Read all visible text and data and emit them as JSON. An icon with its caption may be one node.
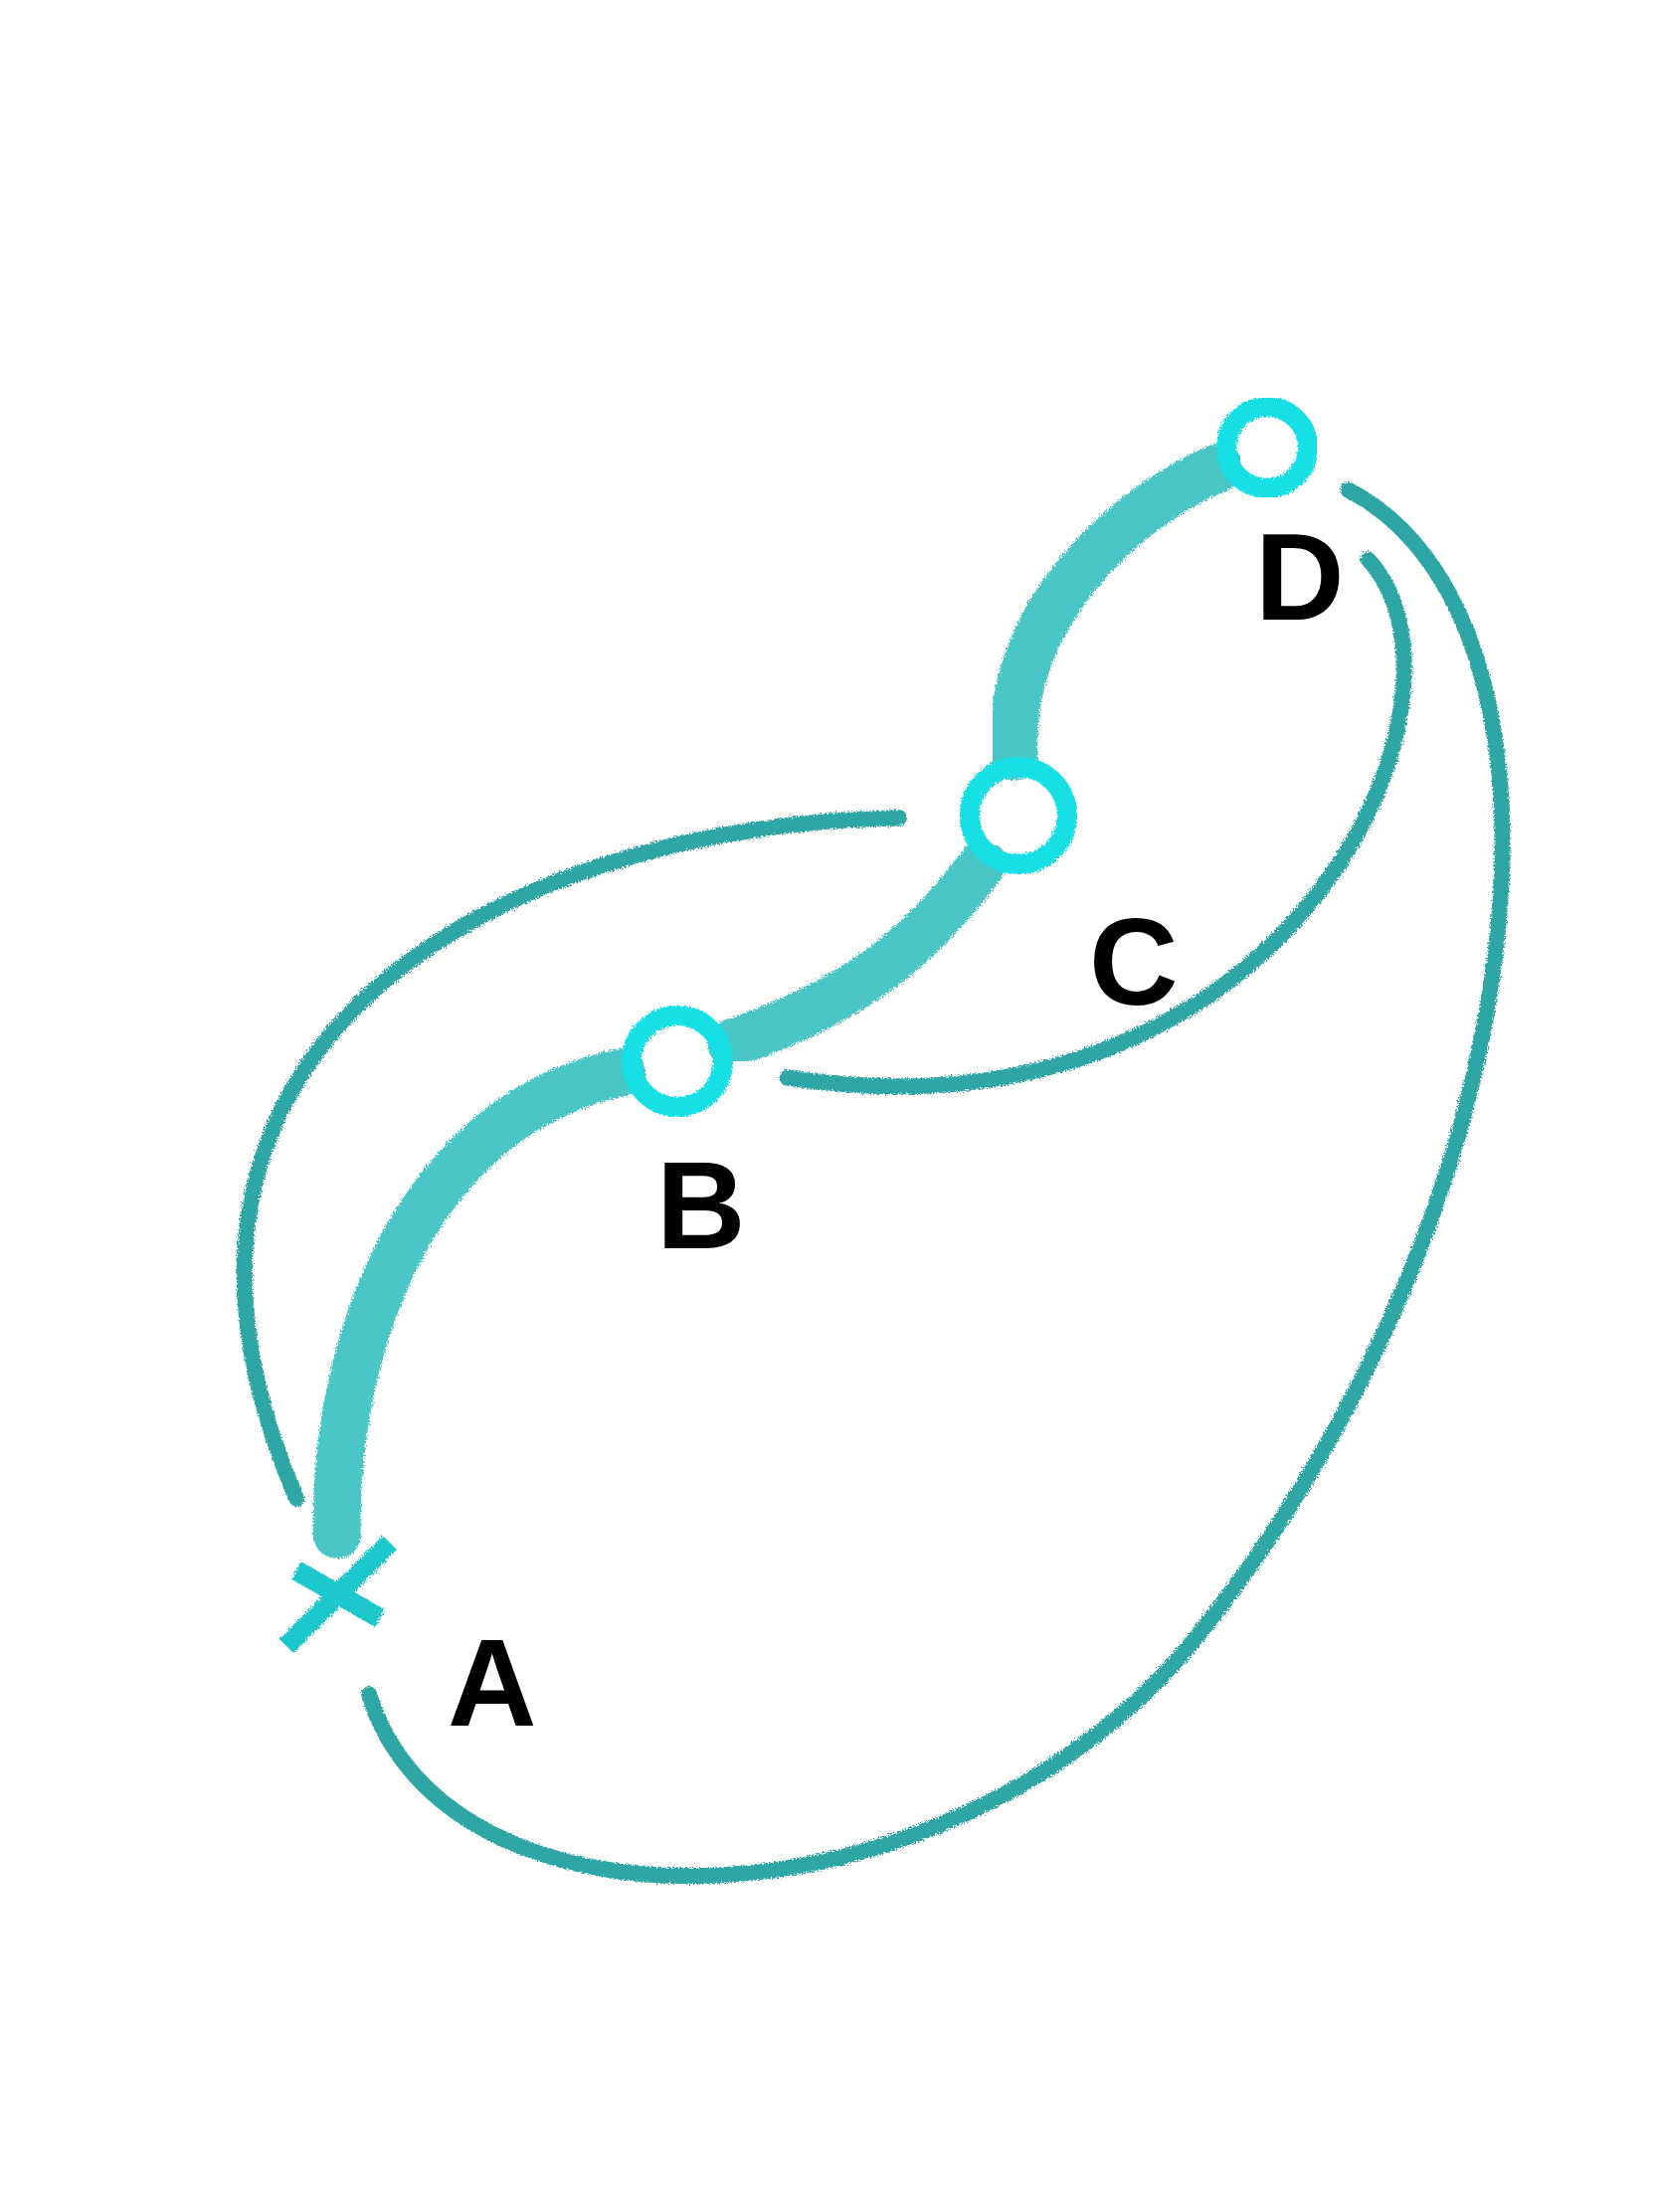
{
  "diagram": {
    "nodes": [
      {
        "text": [],
        "shape": "cross",
        "beside": [
          "A"
        ]
      },
      {
        "text": [],
        "shape": "circle",
        "beside": [
          "B"
        ]
      },
      {
        "text": [],
        "shape": "circle",
        "beside": [
          "C"
        ]
      },
      {
        "text": [],
        "shape": "circle",
        "beside": [
          "D"
        ]
      }
    ],
    "edges": [
      {
        "from": 0,
        "to": 1,
        "arrow": "none",
        "style": "thick"
      },
      {
        "from": 1,
        "to": 2,
        "arrow": "none",
        "style": "thick"
      },
      {
        "from": 2,
        "to": 3,
        "arrow": "none",
        "style": "thick"
      },
      {
        "from": 3,
        "to": 0,
        "arrow": "none"
      },
      {
        "from": 3,
        "to": 1,
        "arrow": "none"
      },
      {
        "from": 2,
        "to": 0,
        "arrow": "none"
      }
    ]
  }
}
